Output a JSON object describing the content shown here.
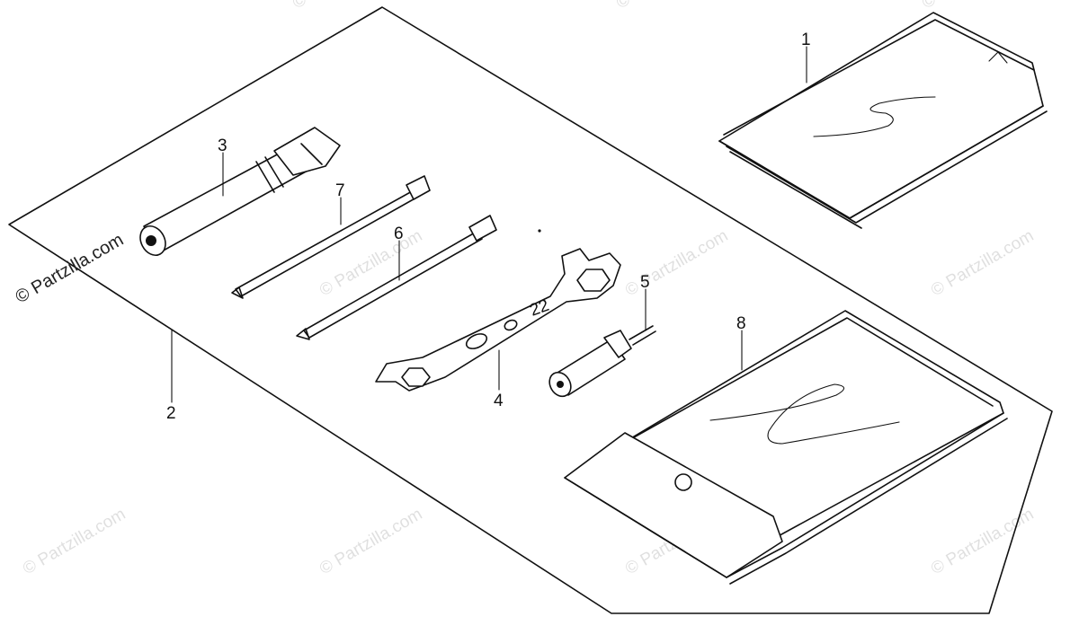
{
  "diagram": {
    "callouts": [
      {
        "id": "1",
        "label": "1"
      },
      {
        "id": "2",
        "label": "2"
      },
      {
        "id": "3",
        "label": "3"
      },
      {
        "id": "4",
        "label": "4"
      },
      {
        "id": "5",
        "label": "5"
      },
      {
        "id": "6",
        "label": "6"
      },
      {
        "id": "7",
        "label": "7"
      },
      {
        "id": "8",
        "label": "8"
      }
    ],
    "wrench_marking": "22"
  },
  "watermark": {
    "primary": "© Partzilla.com",
    "repeat": "© Partzilla.com"
  }
}
